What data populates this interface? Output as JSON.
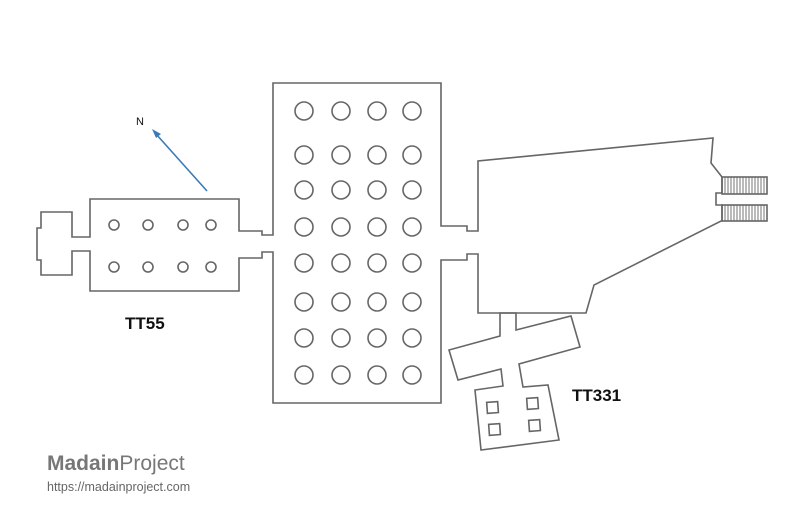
{
  "labels": {
    "north": "N",
    "tomb_a": "TT55",
    "tomb_b": "TT331"
  },
  "logo": {
    "brand_bold": "Madain",
    "brand_light": "Project",
    "url": "https://madainproject.com"
  },
  "colors": {
    "wall": "#666666",
    "north_arrow": "#3a7ab8",
    "label": "#111111",
    "logo": "#777777"
  }
}
